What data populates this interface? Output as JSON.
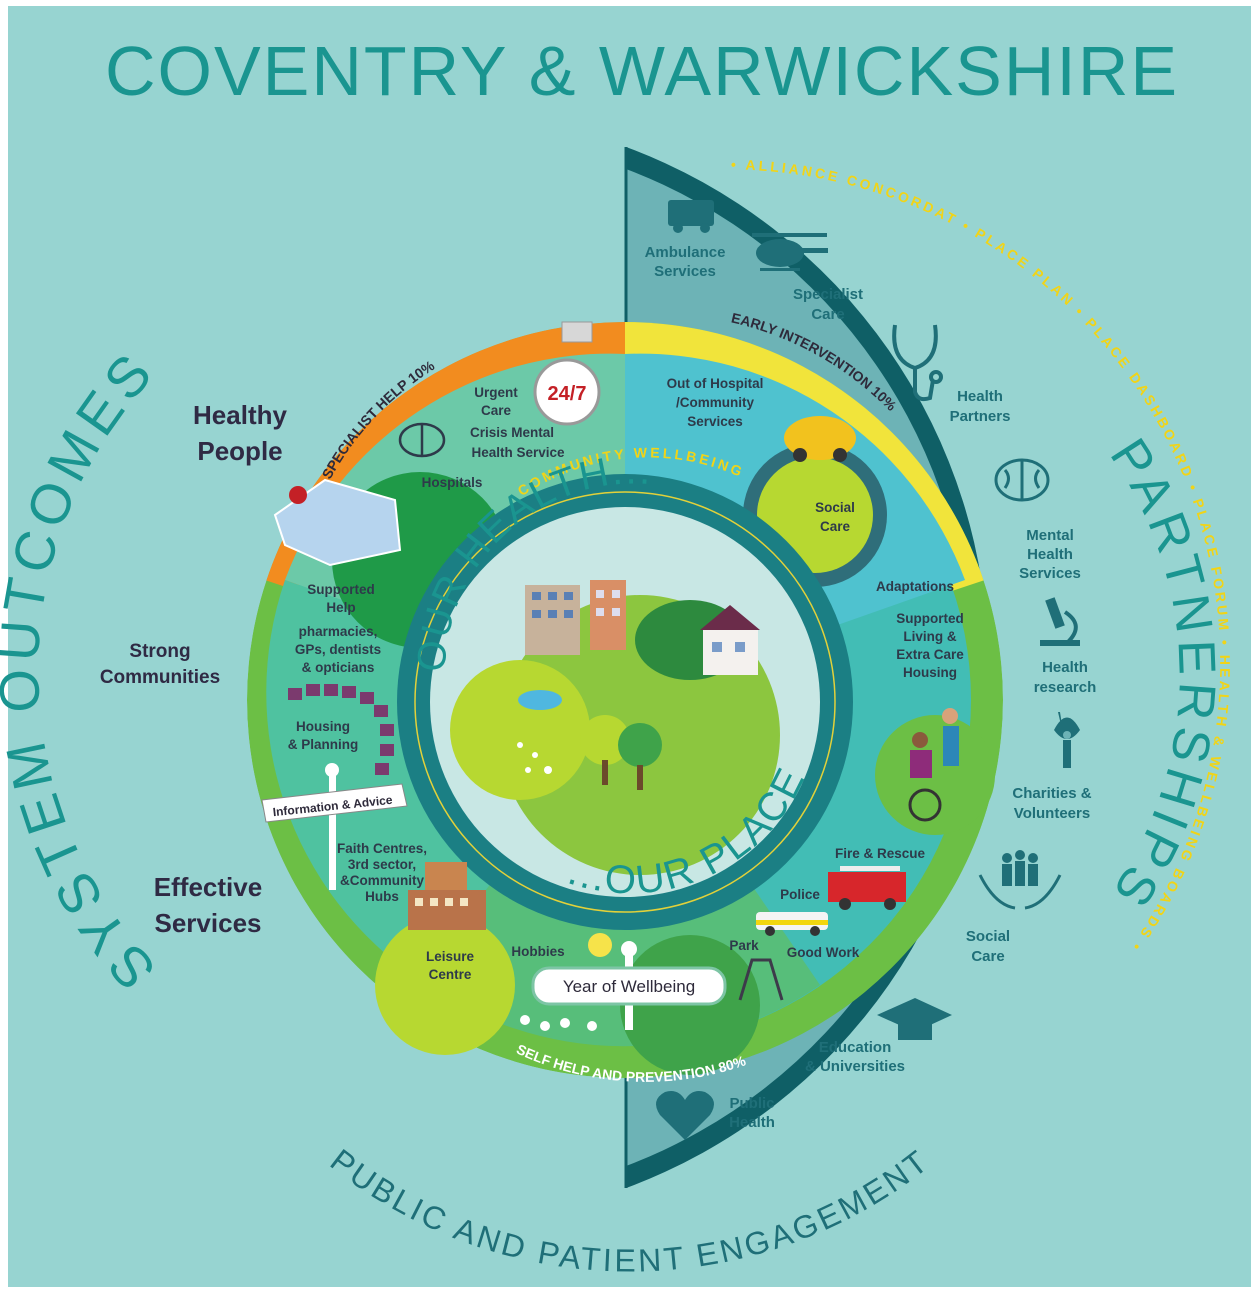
{
  "title": "COVENTRY & WARWICKSHIRE",
  "system_outcomes": "SYSTEM OUTCOMES",
  "partnerships": "PARTNERSHIPS",
  "public_engagement": "PUBLIC AND PATIENT ENGAGEMENT",
  "outcomes": {
    "healthy_people": [
      "Healthy",
      "People"
    ],
    "strong_communities": [
      "Strong",
      "Communities"
    ],
    "effective_services": [
      "Effective",
      "Services"
    ]
  },
  "partnership_ring": "• ALLIANCE CONCORDAT • PLACE PLAN • PLACE DASHBOARD • PLACE FORUM • HEALTH & WELLBEING BOARDS •",
  "partners": {
    "ambulance": [
      "Ambulance",
      "Services"
    ],
    "specialist_care": [
      "Specialist",
      "Care"
    ],
    "health_partners": [
      "Health",
      "Partners"
    ],
    "mental_health": [
      "Mental",
      "Health",
      "Services"
    ],
    "health_research": [
      "Health",
      "research"
    ],
    "charities": [
      "Charities &",
      "Volunteers"
    ],
    "social_care": [
      "Social",
      "Care"
    ],
    "education": [
      "Education",
      "& Universities"
    ],
    "public_health": [
      "Public",
      "Health"
    ]
  },
  "bands": {
    "specialist_help": "SPECIALIST HELP 10%",
    "early_intervention": "EARLY INTERVENTION 10%",
    "self_help": "SELF HELP AND PREVENTION 80%",
    "community_wellbeing": "COMMUNITY WELLBEING"
  },
  "inner": {
    "urgent_care": [
      "Urgent",
      "Care"
    ],
    "clock": "24/7",
    "crisis_mental": [
      "Crisis Mental",
      "Health Service"
    ],
    "hospitals": "Hospitals",
    "out_of_hospital": [
      "Out of Hospital",
      "/Community",
      "Services"
    ],
    "social_care": [
      "Social",
      "Care"
    ],
    "adaptations": "Adaptations",
    "supported_living": [
      "Supported",
      "Living &",
      "Extra Care",
      "Housing"
    ],
    "supported_help": [
      "Supported",
      "Help"
    ],
    "pharmacies": [
      "pharmacies,",
      "GPs, dentists",
      "& opticians"
    ],
    "housing": [
      "Housing",
      "& Planning"
    ],
    "info_advice": "Information & Advice",
    "faith": [
      "Faith Centres,",
      "3rd sector,",
      "&Community",
      "Hubs"
    ],
    "fire": "Fire & Rescue",
    "police": "Police",
    "good_work": "Good Work",
    "park": "Park",
    "hobbies": "Hobbies",
    "leisure": [
      "Leisure",
      "Centre"
    ],
    "year_of_wellbeing": "Year of Wellbeing"
  },
  "centre": {
    "our_health": "OUR HEALTH...",
    "our_place": "...OUR PLACE"
  },
  "colors": {
    "background": "#97d4d1",
    "teal_text": "#1a9590",
    "partners_band": "#6db3b6",
    "dark_ring": "#0f5f66",
    "orange": "#f28c1f",
    "yellow": "#f1e43b",
    "green": "#6cbf45",
    "centre_ring": "#1b7f84"
  }
}
